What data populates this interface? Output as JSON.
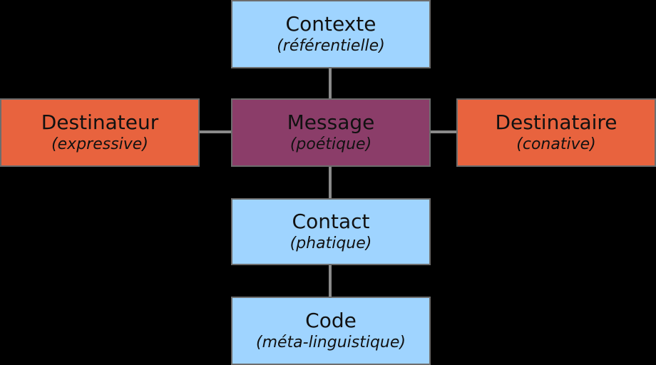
{
  "colors": {
    "background": "#000000",
    "box_blue": "#9fd4ff",
    "box_orange": "#e8633e",
    "box_purple": "#8b3d69",
    "connector": "#8a8a8a",
    "border": "#6d6d6d"
  },
  "nodes": {
    "contexte": {
      "title": "Contexte",
      "subtitle": "(référentielle)"
    },
    "destinateur": {
      "title": "Destinateur",
      "subtitle": "(expressive)"
    },
    "message": {
      "title": "Message",
      "subtitle": "(poétique)"
    },
    "destinataire": {
      "title": "Destinataire",
      "subtitle": "(conative)"
    },
    "contact": {
      "title": "Contact",
      "subtitle": "(phatique)"
    },
    "code": {
      "title": "Code",
      "subtitle": "(méta-linguistique)"
    }
  },
  "edges": [
    [
      "contexte",
      "message"
    ],
    [
      "destinateur",
      "message"
    ],
    [
      "message",
      "destinataire"
    ],
    [
      "message",
      "contact"
    ],
    [
      "contact",
      "code"
    ]
  ]
}
